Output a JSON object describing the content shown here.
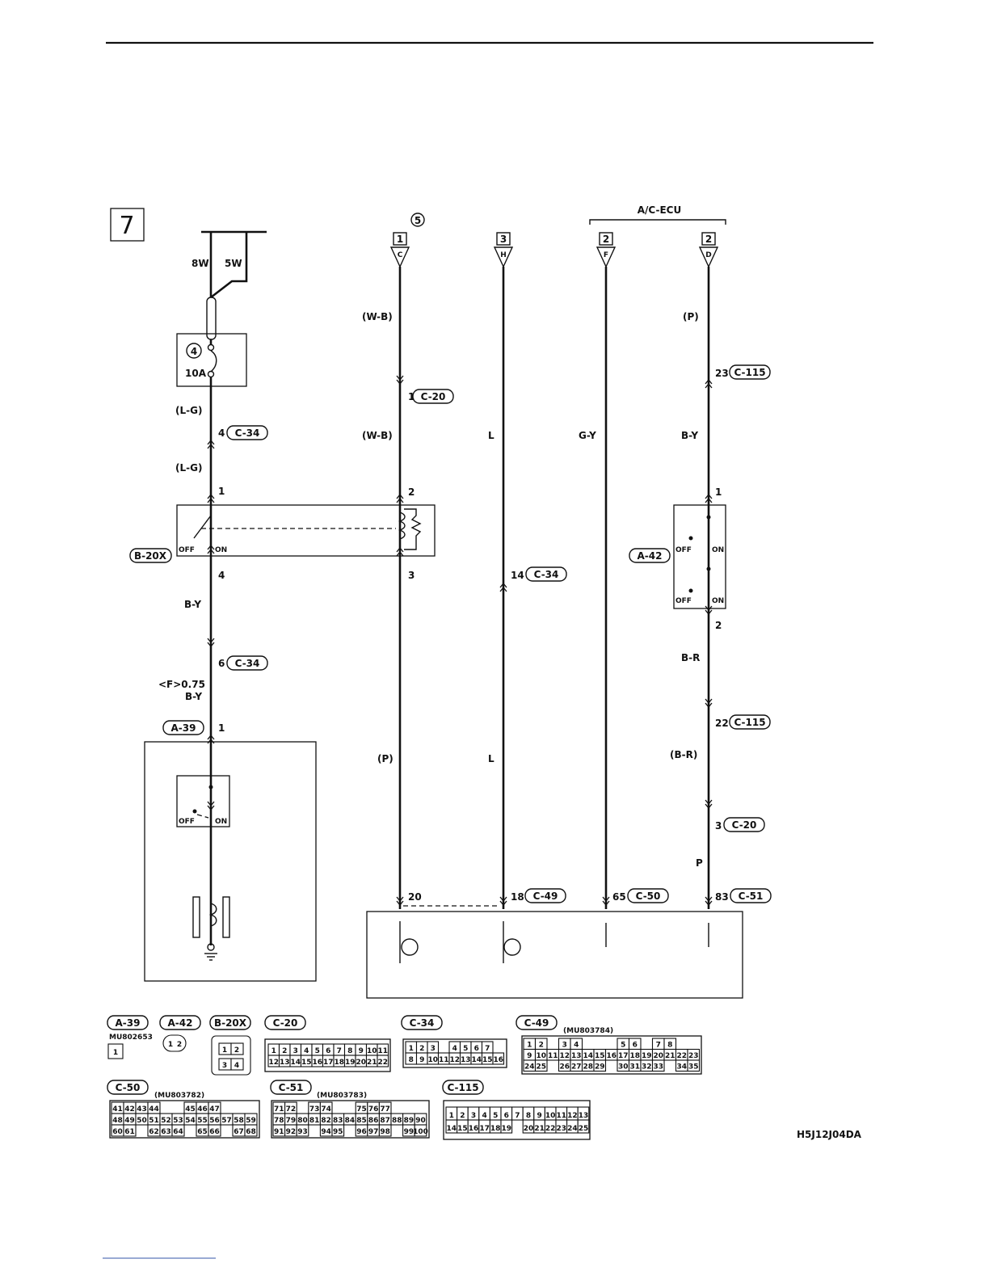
{
  "diagram": {
    "section_number": "7",
    "drawing_code": "H5J12J04DA",
    "top_labels": {
      "ecu_group": "A/C-ECU",
      "circled_5": "5"
    },
    "feeds": [
      {
        "id": "feed-c",
        "box": "1",
        "terminal": "C"
      },
      {
        "id": "feed-h",
        "box": "3",
        "terminal": "H"
      },
      {
        "id": "feed-f",
        "box": "2",
        "terminal": "F"
      },
      {
        "id": "feed-d",
        "box": "2",
        "terminal": "D"
      }
    ],
    "power": {
      "w8": "8W",
      "w5": "5W",
      "fuse_num": "4",
      "fuse_amp": "10A"
    },
    "wire_labels": {
      "lg1": "(L-G)",
      "lg2": "(L-G)",
      "by_a": "B-Y",
      "f075": "<F>0.75",
      "by_b": "B-Y",
      "wb1": "(W-B)",
      "wb2": "(W-B)",
      "p_paren": "(P)",
      "l1": "L",
      "l2": "L",
      "gy": "G-Y",
      "p_top": "(P)",
      "by_d": "B-Y",
      "br": "B-R",
      "br_paren": "(B-R)",
      "p_bottom": "P"
    },
    "pins": {
      "c34_4": "4",
      "b20x_1": "1",
      "b20x_2": "2",
      "b20x_4": "4",
      "b20x_3": "3",
      "c34_6": "6",
      "a39_1": "1",
      "c20_1": "1",
      "c34_14": "14",
      "c115_23": "23",
      "a42_1": "1",
      "a42_2": "2",
      "c115_22": "22",
      "c20_3": "3",
      "ecu_20": "20",
      "c49_18": "18",
      "c50_65": "65",
      "c51_83": "83"
    },
    "connector_refs": {
      "c34_a": "C-34",
      "c34_b": "C-34",
      "c34_c": "C-34",
      "b20x": "B-20X",
      "a39": "A-39",
      "c20_a": "C-20",
      "c115_a": "C-115",
      "a42": "A-42",
      "c115_b": "C-115",
      "c20_b": "C-20",
      "c49": "C-49",
      "c50": "C-50",
      "c51": "C-51"
    },
    "switch_labels": {
      "off": "OFF",
      "on": "ON"
    },
    "legend": {
      "a39": {
        "name": "A-39",
        "part": "MU802653",
        "pins": [
          "1"
        ]
      },
      "a42": {
        "name": "A-42",
        "pins": [
          "1",
          "2"
        ]
      },
      "b20x": {
        "name": "B-20X",
        "pins": [
          "1",
          "2",
          "3",
          "4"
        ]
      },
      "c20": {
        "name": "C-20",
        "rows": [
          [
            "1",
            "2",
            "3",
            "4",
            "5",
            "6",
            "7",
            "8",
            "9",
            "10",
            "11"
          ],
          [
            "12",
            "13",
            "14",
            "15",
            "16",
            "17",
            "18",
            "19",
            "20",
            "21",
            "22"
          ]
        ]
      },
      "c34": {
        "name": "C-34",
        "rows": [
          [
            "1",
            "2",
            "3",
            "",
            "4",
            "5",
            "6",
            "7"
          ],
          [
            "8",
            "9",
            "10",
            "11",
            "12",
            "13",
            "14",
            "15",
            "16"
          ]
        ]
      },
      "c49": {
        "name": "C-49",
        "part": "(MU803784)",
        "rows": [
          [
            "1",
            "2",
            "",
            "3",
            "4",
            "",
            "",
            "",
            "5",
            "6",
            "",
            "7",
            "8"
          ],
          [
            "9",
            "10",
            "11",
            "12",
            "13",
            "14",
            "15",
            "16",
            "17",
            "18",
            "19",
            "20",
            "21",
            "22",
            "23"
          ],
          [
            "24",
            "25",
            "",
            "26",
            "27",
            "28",
            "29",
            "",
            "30",
            "31",
            "32",
            "33",
            "",
            "34",
            "35"
          ]
        ]
      },
      "c50": {
        "name": "C-50",
        "part": "(MU803782)",
        "rows": [
          [
            "41",
            "42",
            "43",
            "44",
            "",
            "",
            "45",
            "46",
            "47"
          ],
          [
            "48",
            "49",
            "50",
            "51",
            "52",
            "53",
            "54",
            "55",
            "56",
            "57",
            "58",
            "59"
          ],
          [
            "60",
            "61",
            "",
            "62",
            "63",
            "64",
            "",
            "65",
            "66",
            "",
            "67",
            "68"
          ]
        ]
      },
      "c51": {
        "name": "C-51",
        "part": "(MU803783)",
        "rows": [
          [
            "71",
            "72",
            "",
            "73",
            "74",
            "",
            "",
            "75",
            "76",
            "77"
          ],
          [
            "78",
            "79",
            "80",
            "81",
            "82",
            "83",
            "84",
            "85",
            "86",
            "87",
            "88",
            "89",
            "90"
          ],
          [
            "91",
            "92",
            "93",
            "",
            "94",
            "95",
            "",
            "96",
            "97",
            "98",
            "",
            "99",
            "100"
          ]
        ]
      },
      "c115": {
        "name": "C-115",
        "rows": [
          [
            "1",
            "2",
            "3",
            "4",
            "5",
            "6",
            "7",
            "8",
            "9",
            "10",
            "11",
            "12",
            "13"
          ],
          [
            "14",
            "15",
            "16",
            "17",
            "18",
            "19",
            "",
            "20",
            "21",
            "22",
            "23",
            "24",
            "25"
          ]
        ]
      }
    }
  }
}
